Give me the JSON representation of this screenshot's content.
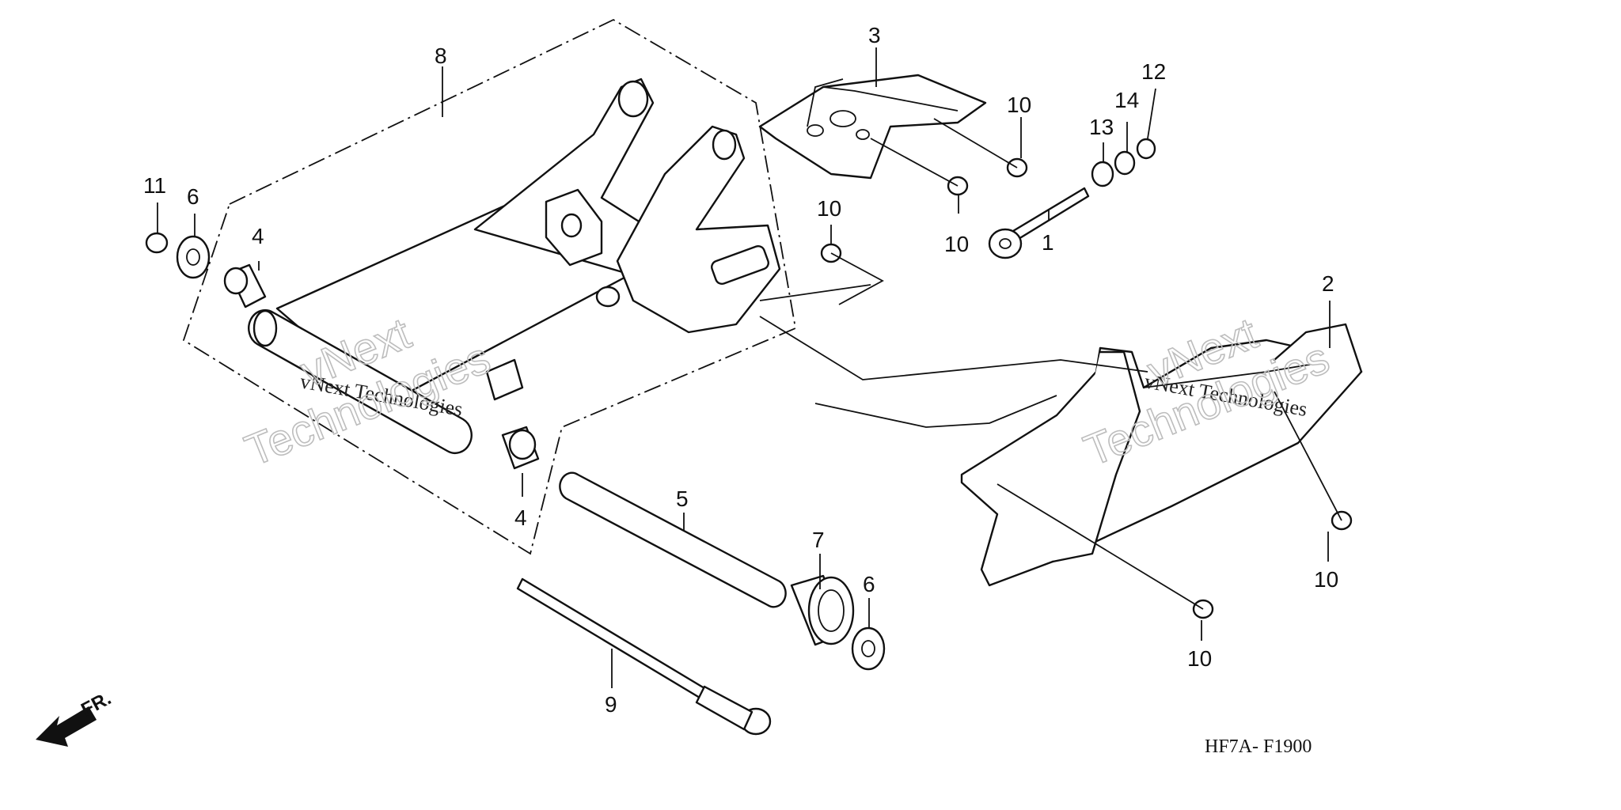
{
  "diagram": {
    "callouts": [
      "8",
      "3",
      "10",
      "13",
      "14",
      "12",
      "11",
      "6",
      "4",
      "10",
      "10",
      "1",
      "2",
      "4",
      "5",
      "7",
      "6",
      "9",
      "10",
      "10"
    ],
    "diagram_code": "HF7A- F1900",
    "direction_label": "FR.",
    "watermarks": [
      "vNext Technologies",
      "vNext",
      "Technologies",
      "vNext Technologies",
      "vNext",
      "Technologies"
    ]
  },
  "colors": {
    "line": "#111111",
    "watermark": "#bdbdbd",
    "background": "#ffffff"
  },
  "icons": [
    "direction-arrow-icon"
  ]
}
